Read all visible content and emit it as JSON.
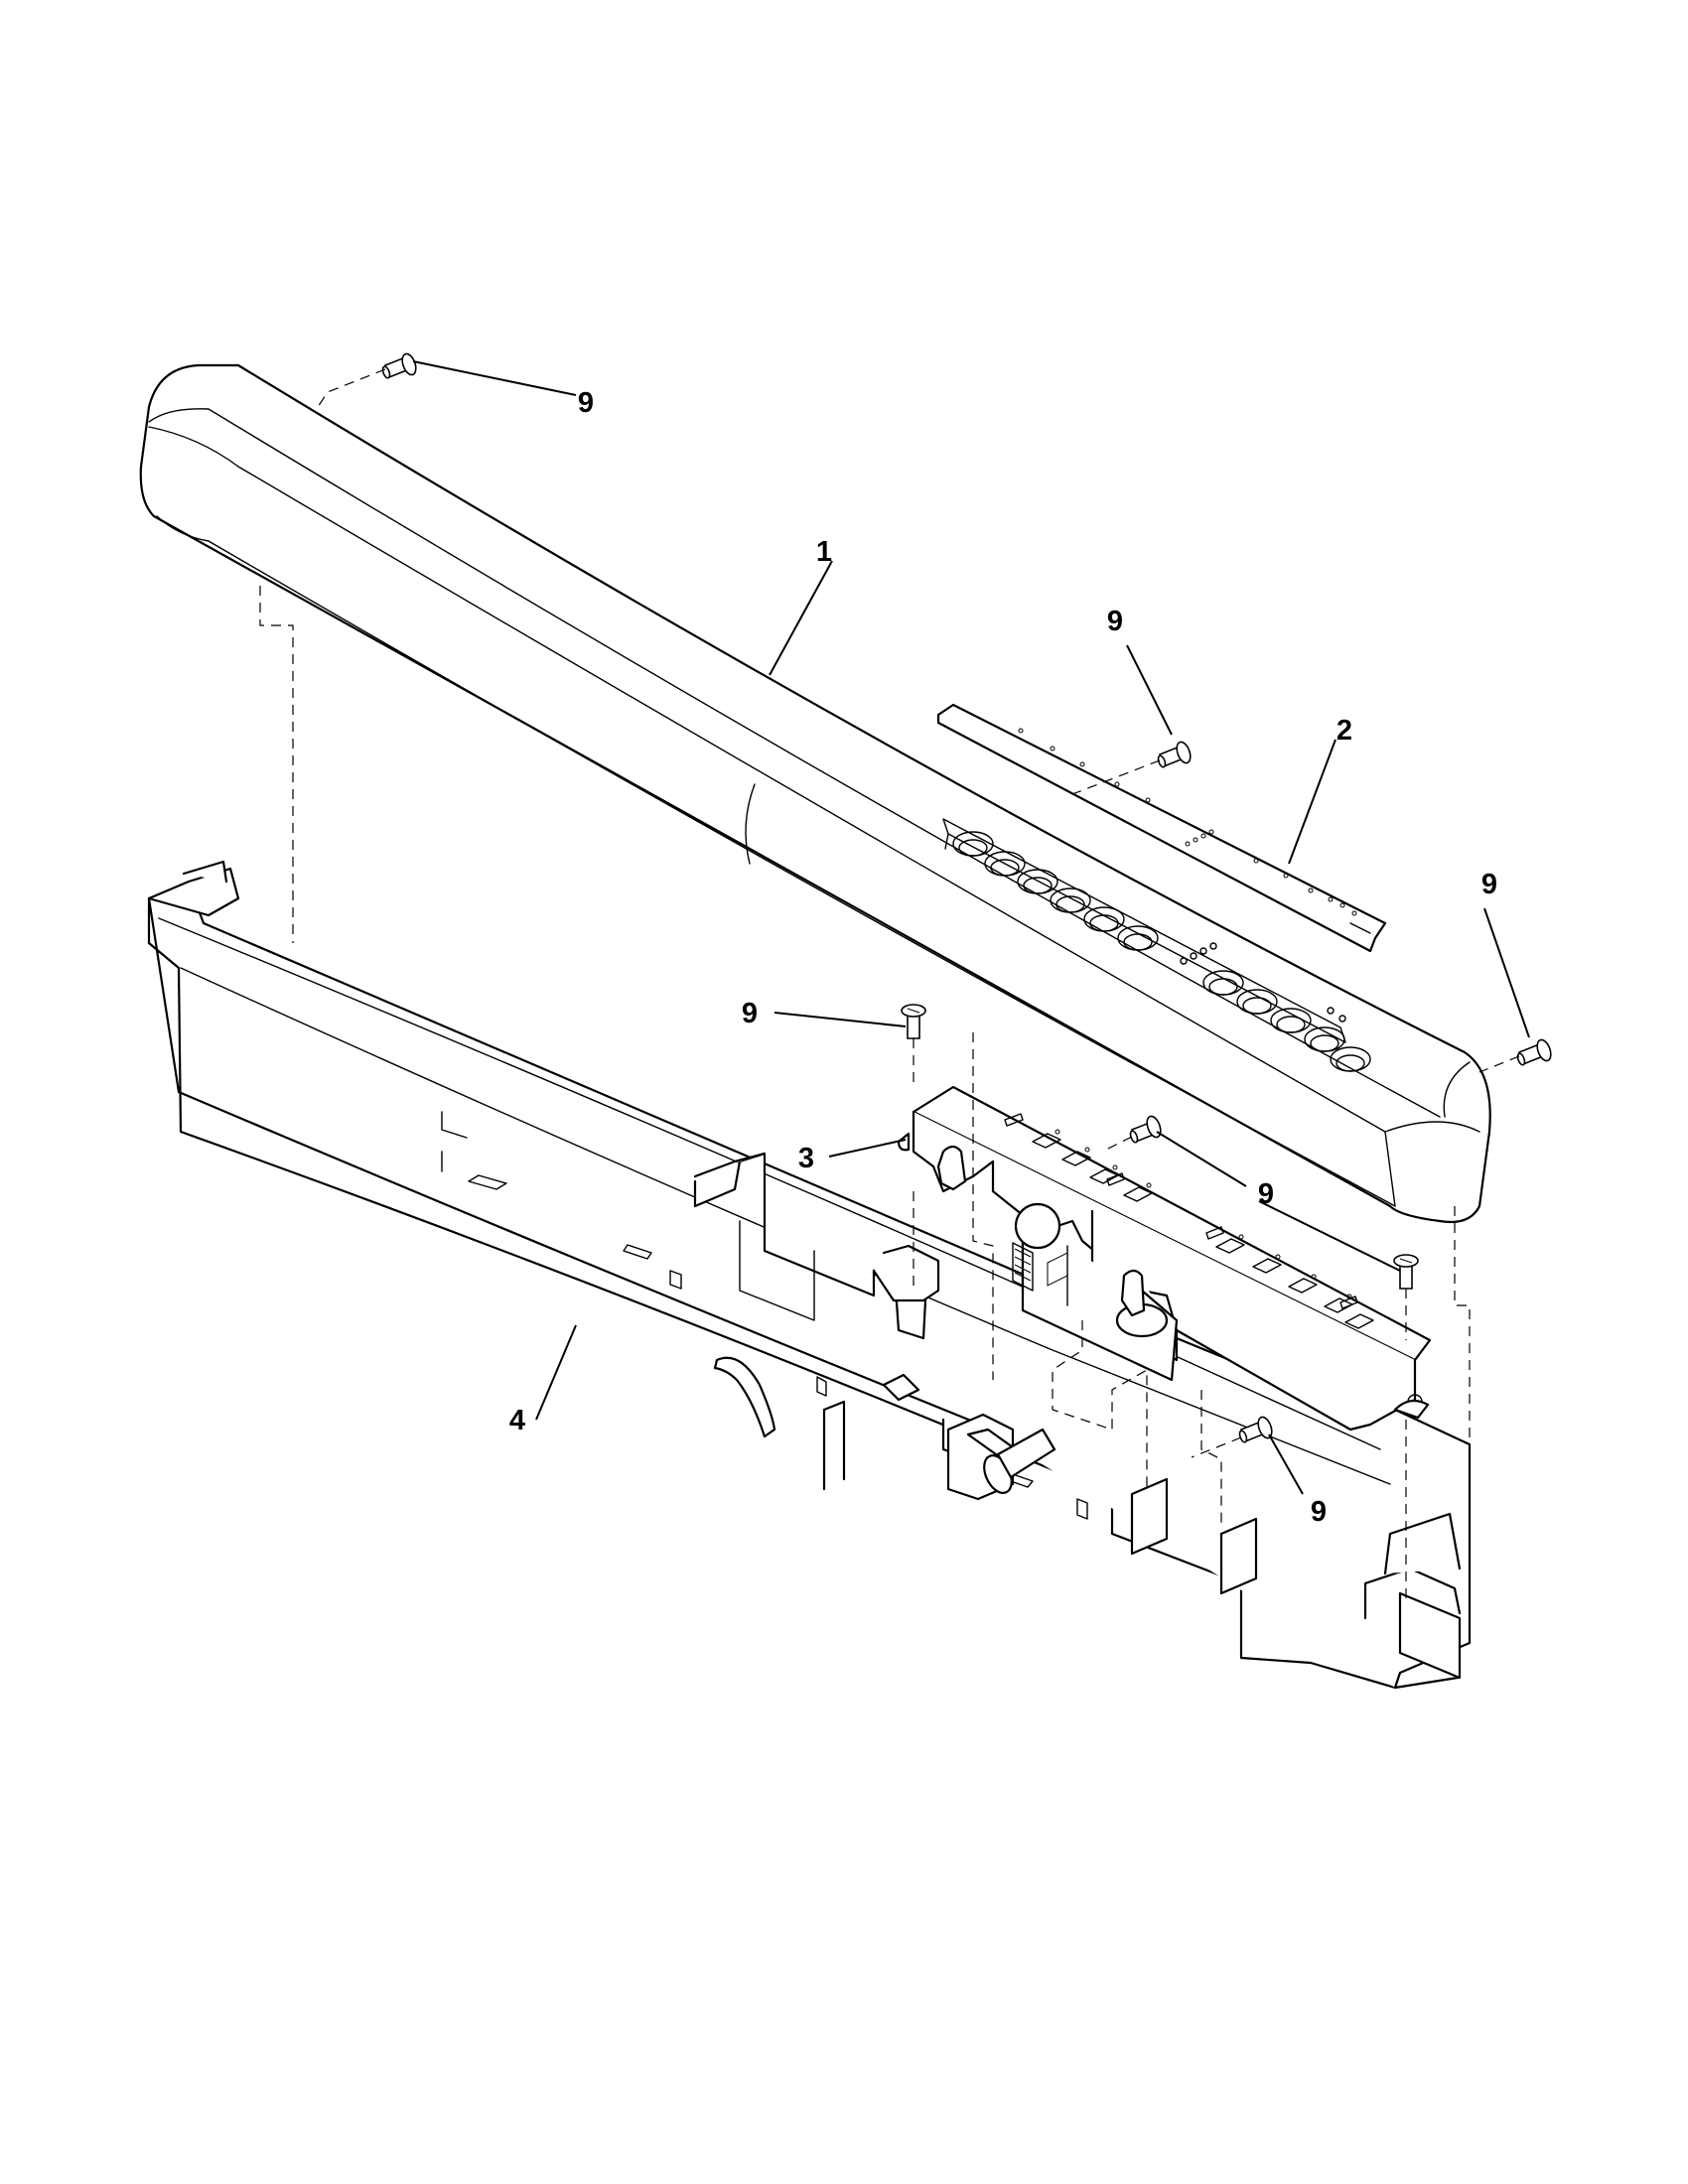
{
  "callouts": {
    "c1": "1",
    "c2": "2",
    "c3": "3",
    "c4": "4",
    "c9a": "9",
    "c9b": "9",
    "c9c": "9",
    "c9d": "9",
    "c9e": "9",
    "c9f": "9"
  },
  "colors": {
    "line": "#000000",
    "background": "#ffffff"
  }
}
